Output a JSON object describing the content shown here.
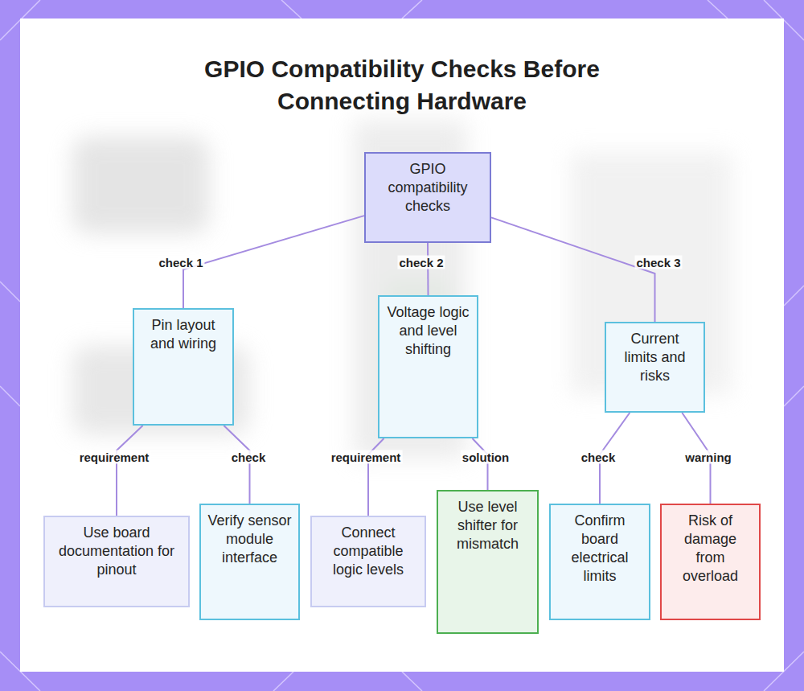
{
  "diagram": {
    "title": "GPIO Compatibility Checks Before Connecting Hardware",
    "nodes": [
      {
        "text": [
          "GPIO compatibility checks"
        ]
      },
      {
        "text": [
          "Pin layout and wiring"
        ]
      },
      {
        "text": [
          "Voltage logic and level shifting"
        ]
      },
      {
        "text": [
          "Current limits and risks"
        ]
      },
      {
        "text": [
          "Use board documentation for pinout"
        ]
      },
      {
        "text": [
          "Verify sensor module interface"
        ]
      },
      {
        "text": [
          "Connect compatible logic levels"
        ]
      },
      {
        "text": [
          "Use level shifter for mismatch"
        ]
      },
      {
        "text": [
          "Confirm board electrical limits"
        ]
      },
      {
        "text": [
          "Risk of damage from overload"
        ]
      }
    ],
    "edges": [
      {
        "from": 0,
        "to": 1,
        "label": "check 1",
        "arrow": "none"
      },
      {
        "from": 0,
        "to": 2,
        "label": "check 2",
        "arrow": "none"
      },
      {
        "from": 0,
        "to": 3,
        "label": "check 3",
        "arrow": "none"
      },
      {
        "from": 1,
        "to": 4,
        "label": "requirement",
        "arrow": "none"
      },
      {
        "from": 1,
        "to": 5,
        "label": "check",
        "arrow": "none"
      },
      {
        "from": 2,
        "to": 6,
        "label": "requirement",
        "arrow": "none"
      },
      {
        "from": 2,
        "to": 7,
        "label": "solution",
        "arrow": "none"
      },
      {
        "from": 3,
        "to": 8,
        "label": "check",
        "arrow": "none"
      },
      {
        "from": 3,
        "to": 9,
        "label": "warning",
        "arrow": "none"
      }
    ]
  }
}
